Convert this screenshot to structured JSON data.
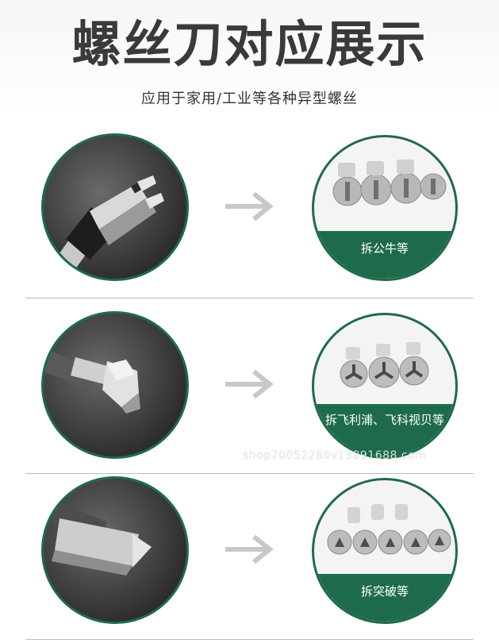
{
  "title": "螺丝刀对应展示",
  "subtitle": "应用于家用/工业等各种异型螺丝",
  "rows": [
    {
      "tip_icon": "fork-tip-screwdriver-icon",
      "screw_icon": "spanner-head-screws-icon",
      "caption": "拆公牛等"
    },
    {
      "tip_icon": "tri-wing-tip-screwdriver-icon",
      "screw_icon": "tri-wing-screws-icon",
      "caption": "拆飞利浦、飞科视贝等"
    },
    {
      "tip_icon": "triangle-tip-screwdriver-icon",
      "screw_icon": "triangle-head-screws-icon",
      "caption": "拆突破等"
    }
  ],
  "arrow_icon": "right-arrow-icon",
  "watermark": "shop70052286v13891688.com",
  "colors": {
    "accent": "#1e6b4b",
    "arrow": "#c8c8c8",
    "title": "#3a3a3a"
  }
}
